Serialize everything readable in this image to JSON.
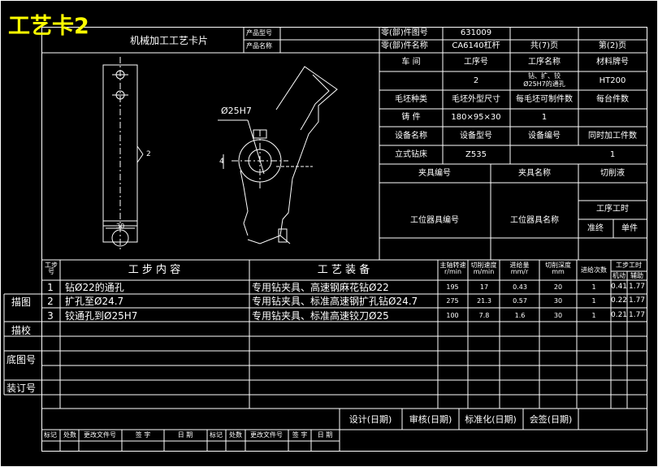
{
  "title": "工艺卡2",
  "header": {
    "card_name": "机械加工工艺卡片",
    "product_model_label": "产品型号",
    "product_name_label": "产品名称",
    "part_drawing_label": "零(部)件图号",
    "part_drawing_value": "631009",
    "part_name_label": "零(部)件名称",
    "part_name_value": "CA6140杠杆",
    "total_pages": "共(7)页",
    "page_no": "第(2)页"
  },
  "process_info": {
    "workshop_label": "车  间",
    "process_no_label": "工序号",
    "process_name_label": "工序名称",
    "material_label": "材料牌号",
    "process_no_value": "2",
    "process_name_value_1": "钻、扩、铰",
    "process_name_value_2": "Ø25H7的通孔",
    "material_value": "HT200",
    "blank_type_label": "毛坯种类",
    "blank_size_label": "毛坯外型尺寸",
    "per_blank_label": "每毛坯可制件数",
    "per_unit_label": "每台件数",
    "blank_type_value": "铸  件",
    "blank_size_value": "180×95×30",
    "per_blank_value": "1",
    "equipment_name_label": "设备名称",
    "equipment_model_label": "设备型号",
    "equipment_no_label": "设备编号",
    "simultaneous_label": "同时加工件数",
    "equipment_name_value": "立式钻床",
    "equipment_model_value": "Z535",
    "simultaneous_value": "1",
    "fixture_no_label": "夹具编号",
    "fixture_name_label": "夹具名称",
    "coolant_label": "切削液",
    "station_tool_no_label": "工位器具编号",
    "station_tool_name_label": "工位器具名称",
    "time_label": "工序工时",
    "prep_label": "准终",
    "unit_label": "单件"
  },
  "drawing": {
    "dim_hole": "Ø25H7",
    "dim_side": "2",
    "dim_left": "4",
    "dim_bottom": "30"
  },
  "steps_header": {
    "step_no": "工步号",
    "step_content": "工 步 内 容",
    "equipment": "工 艺 装 备",
    "spindle_speed": "主轴转速 r/min",
    "cutting_speed": "切削速度 m/min",
    "feed": "进给量 mm/r",
    "depth": "切削深度 mm",
    "passes": "进给次数",
    "step_time": "工步工时",
    "machine_time": "机动",
    "aux_time": "辅助"
  },
  "steps": [
    {
      "no": "1",
      "content": "钻Ø22的通孔",
      "equipment": "专用钻夹具、高速钢麻花钻Ø22",
      "speed": "195",
      "cut_speed": "17",
      "feed": "0.43",
      "depth": "20",
      "passes": "1",
      "machine": "0.41",
      "aux": "1.77"
    },
    {
      "no": "2",
      "content": "扩孔至Ø24.7",
      "equipment": "专用钻夹具、标准高速钢扩孔钻Ø24.7",
      "speed": "275",
      "cut_speed": "21.3",
      "feed": "0.57",
      "depth": "30",
      "passes": "1",
      "machine": "0.22",
      "aux": "1.77"
    },
    {
      "no": "3",
      "content": "铰通孔到Ø25H7",
      "equipment": "专用钻夹具、标准高速铰刀Ø25",
      "speed": "100",
      "cut_speed": "7.8",
      "feed": "1.6",
      "depth": "30",
      "passes": "1",
      "machine": "0.21",
      "aux": "1.77"
    }
  ],
  "side_labels": {
    "trace": "描图",
    "trace_check": "描校",
    "base_drawing_no": "底图号",
    "binding_no": "装订号"
  },
  "signoff": {
    "design": "设计(日期)",
    "review": "审核(日期)",
    "standardize": "标准化(日期)",
    "countersign": "会签(日期)",
    "mark": "标记",
    "places": "处数",
    "change_doc": "更改文件号",
    "sign": "签  字",
    "date": "日  期"
  }
}
